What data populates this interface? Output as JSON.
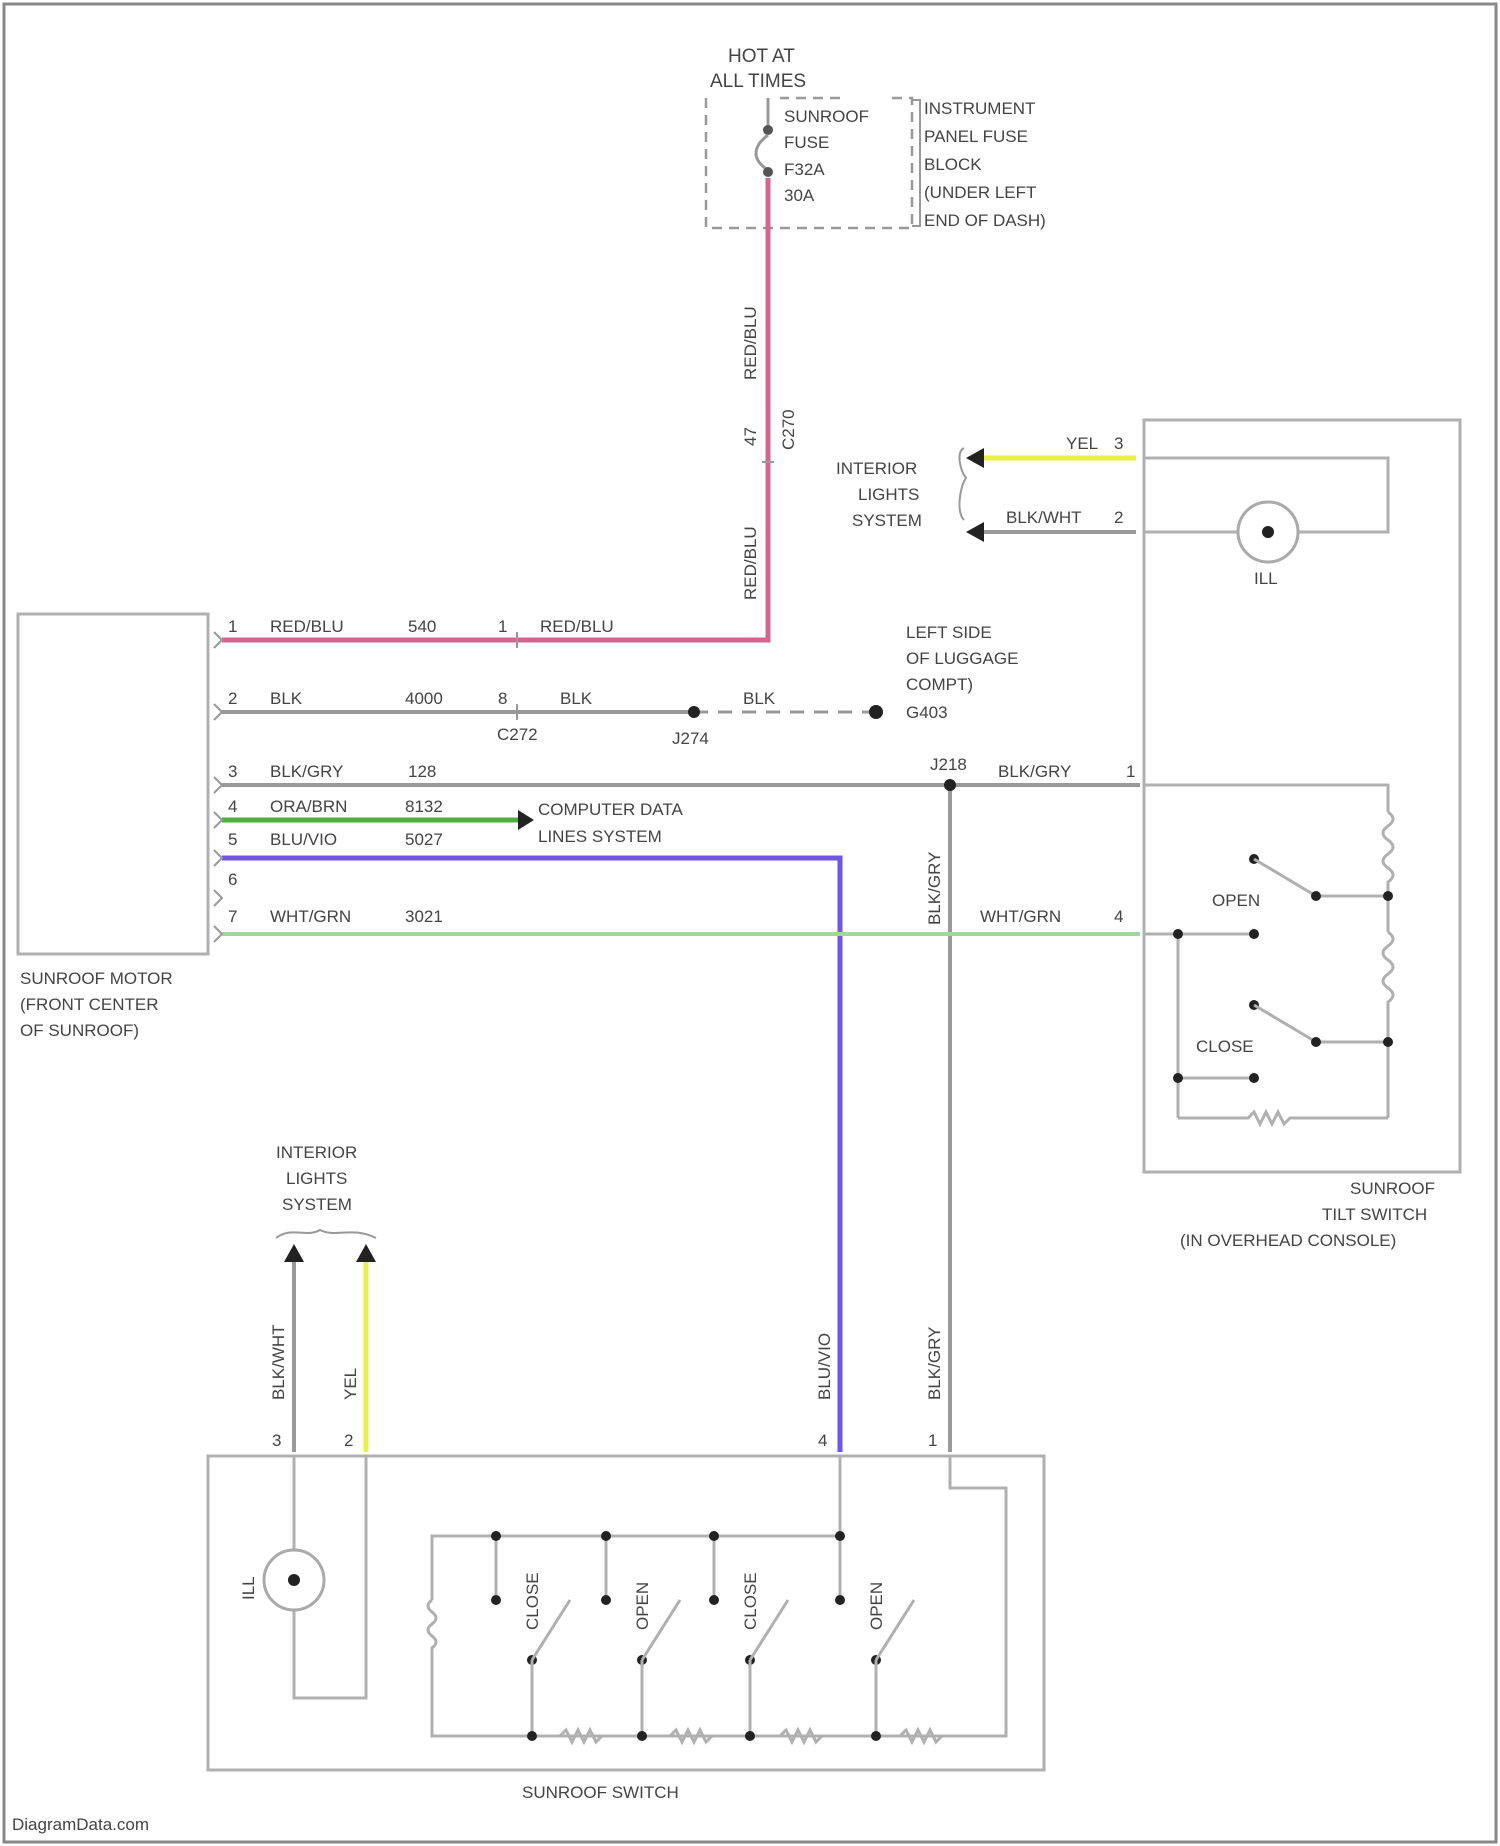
{
  "fuse": {
    "hot_line1": "HOT AT",
    "hot_line2": "ALL TIMES",
    "name": "SUNROOF",
    "fuse": "FUSE",
    "id": "F32A",
    "rating": "30A",
    "block": [
      "INSTRUMENT",
      "PANEL FUSE",
      "BLOCK",
      "(UNDER LEFT",
      "END OF DASH)"
    ]
  },
  "wires": {
    "redblu": "RED/BLU",
    "c270": "C270",
    "p1": "1",
    "p47": "47",
    "circuit_540": "540",
    "blk": "BLK",
    "circuit_4000": "4000",
    "c272": "C272",
    "pin8": "8",
    "j274": "J274",
    "ground_text": [
      "LEFT SIDE",
      "OF LUGGAGE",
      "COMPT)",
      "G403"
    ],
    "blkgry": "BLK/GRY",
    "circuit_128": "128",
    "j218": "J218",
    "orabrn": "ORA/BRN",
    "circuit_8132": "8132",
    "cds": [
      "COMPUTER DATA",
      "LINES SYSTEM"
    ],
    "bluvio": "BLU/VIO",
    "circuit_5027": "5027",
    "whtgrn": "WHT/GRN",
    "circuit_3021": "3021",
    "yel": "YEL",
    "blkwht": "BLK/WHT"
  },
  "motor": {
    "label": [
      "SUNROOF MOTOR",
      "(FRONT CENTER",
      "OF SUNROOF)"
    ],
    "pins": [
      "1",
      "2",
      "3",
      "4",
      "5",
      "6",
      "7"
    ]
  },
  "tilt": {
    "ils": [
      "INTERIOR",
      "LIGHTS",
      "SYSTEM"
    ],
    "pin3": "3",
    "pin2": "2",
    "pin1": "1",
    "pin4": "4",
    "open": "OPEN",
    "close": "CLOSE",
    "illum": "ILL",
    "label": [
      "SUNROOF",
      "TILT SWITCH",
      "(IN OVERHEAD CONSOLE)"
    ]
  },
  "switch": {
    "ils": [
      "INTERIOR",
      "LIGHTS",
      "SYSTEM"
    ],
    "pin3": "3",
    "pin2": "2",
    "pin4": "4",
    "pin1": "1",
    "close": "CLOSE",
    "open": "OPEN",
    "illum": "ILL",
    "label": "SUNROOF SWITCH"
  },
  "watermark": "DiagramData.com",
  "colors": {
    "redblu": "#d6648f",
    "orabrn": "#4fae3e",
    "bluvio": "#6f55e8",
    "whtgrn": "#9ed89a",
    "yel": "#eaf04a",
    "gray": "#9a9a9a"
  }
}
